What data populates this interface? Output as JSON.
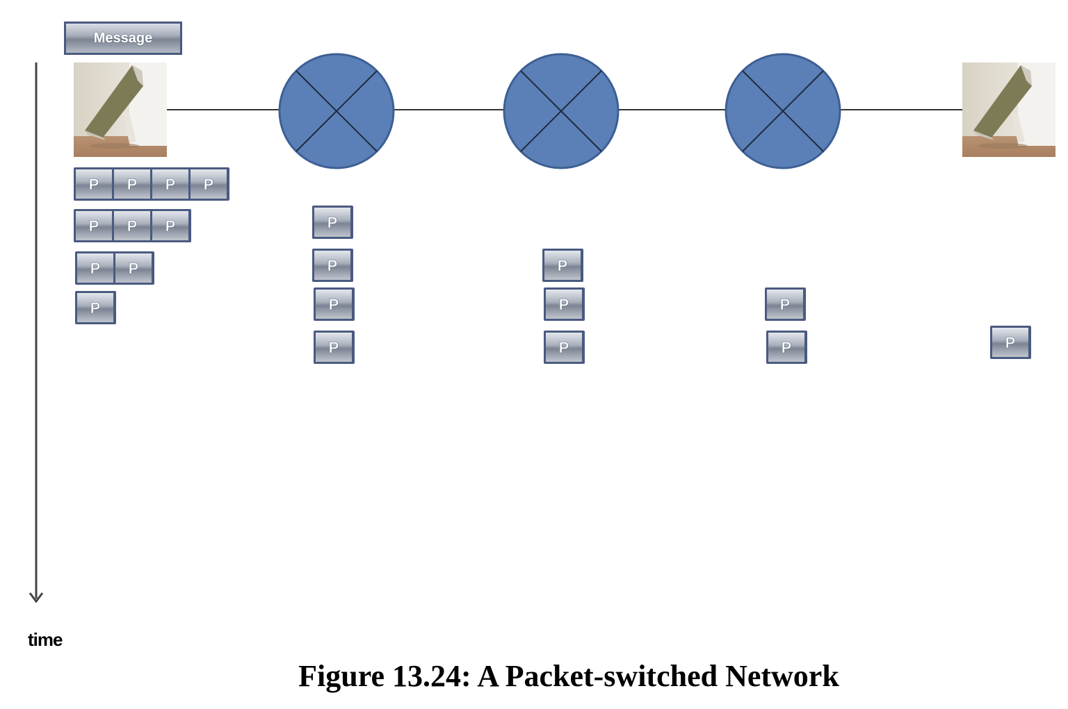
{
  "message_label": "Message",
  "packet_label": "P",
  "time_label": "time",
  "caption": "Figure 13.24: A Packet-switched Network",
  "colors": {
    "switch_fill": "#5b80b7",
    "switch_stroke": "#3d5f94",
    "packet_border": "#4a5a80",
    "link": "#333333"
  },
  "icons": [
    "source-computer-icon",
    "destination-computer-icon",
    "switch-icon"
  ]
}
